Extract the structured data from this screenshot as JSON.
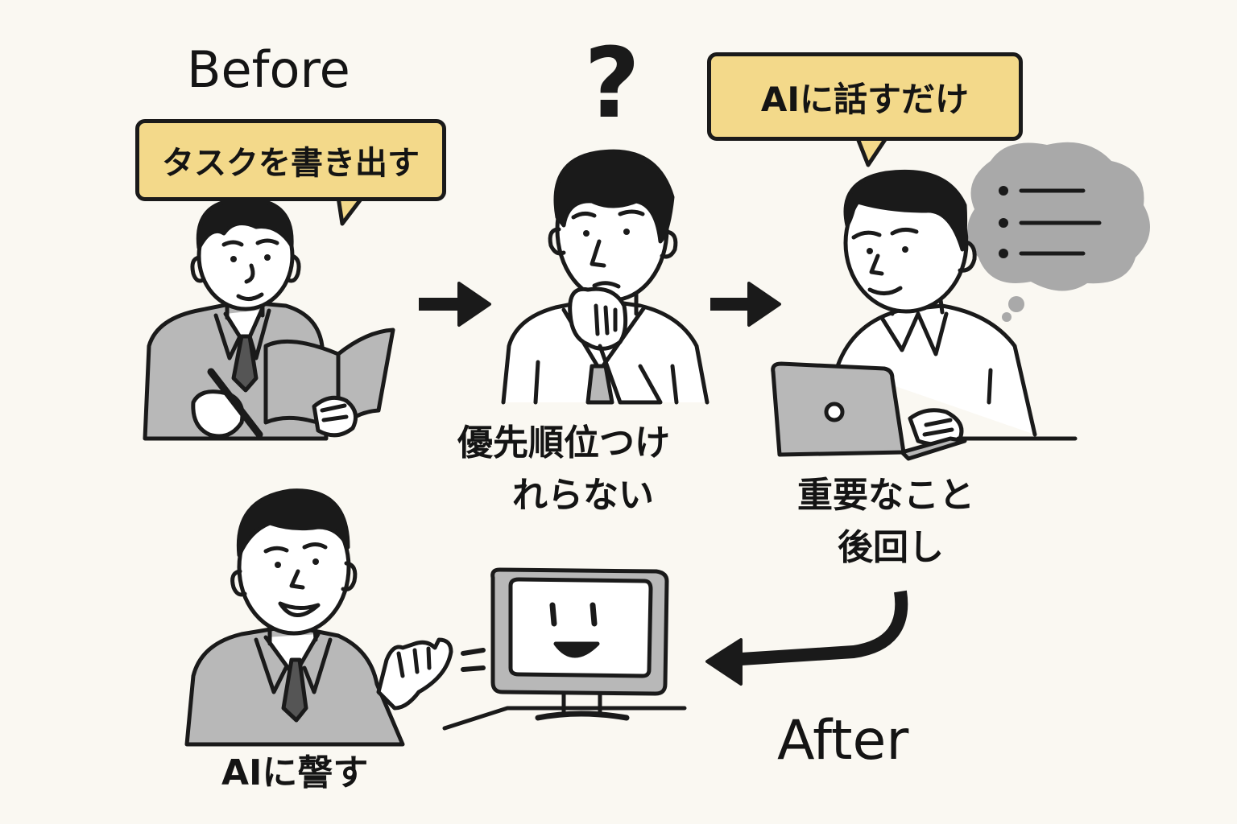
{
  "labels": {
    "before": "Before",
    "after": "After",
    "bubble_write_tasks": "タスクを書き出す",
    "bubble_talk_ai": "AIに話すだけ",
    "caption_cant_prioritize_line1": "優先順位つけ",
    "caption_cant_prioritize_line2": "れらない",
    "caption_postpone_line1": "重要なこと",
    "caption_postpone_line2": "後回し",
    "caption_talk_ai": "AIに謦す"
  },
  "question_mark": "?",
  "colors": {
    "background": "#faf8f2",
    "ink": "#1a1a1a",
    "bubble_fill": "#f3d98a",
    "gray_fill": "#b8b8b8",
    "cloud_fill": "#a9a9a9"
  },
  "icons": [
    "arrow-right-icon",
    "arrow-left-curved-icon",
    "thought-cloud-icon",
    "list-icon",
    "laptop-icon",
    "monitor-face-icon",
    "notebook-icon",
    "pen-icon"
  ]
}
